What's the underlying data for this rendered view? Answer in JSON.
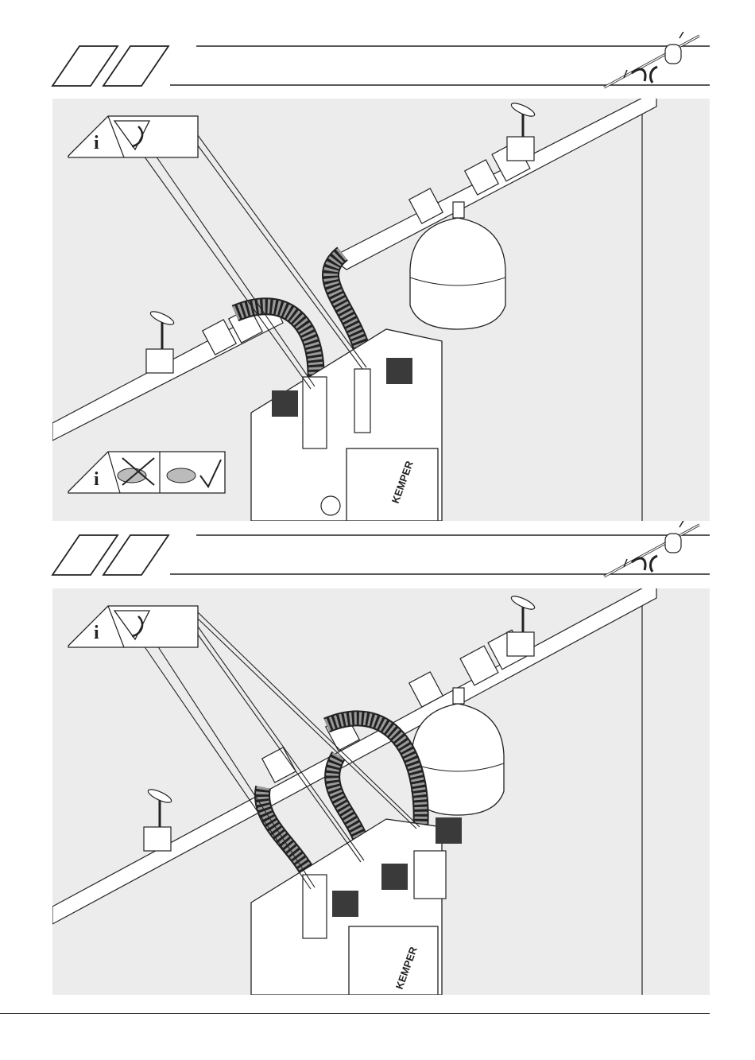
{
  "steps": [
    {
      "step_number": "",
      "brand_label": "KEMPER",
      "info_icon_glyph": "i",
      "tool_icons": [
        "torque-wrench-icon",
        "pipe-wrench-forbidden-icon",
        "open-end-wrench-allowed-icon"
      ],
      "callout_count": 2
    },
    {
      "step_number": "",
      "brand_label": "KEMPER",
      "info_icon_glyph": "i",
      "callout_count": 3
    }
  ],
  "colors": {
    "panel_background": "#ececec",
    "line_art": "#222222",
    "callout_marker": "#3a3a3a",
    "hose_braid": "#9a9a9a"
  }
}
